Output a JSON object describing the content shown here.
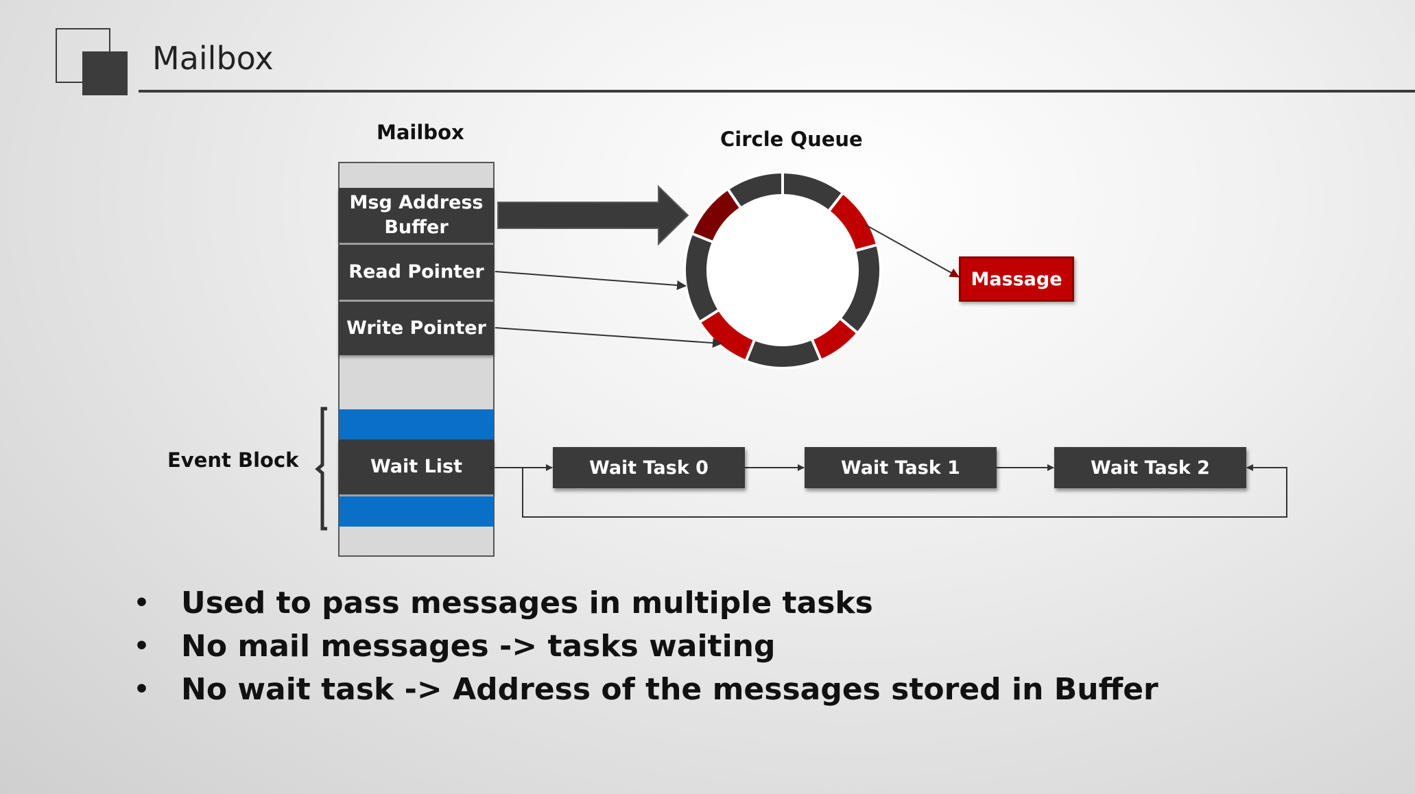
{
  "slide": {
    "title": "Mailbox"
  },
  "mailbox": {
    "header": "Mailbox",
    "cells": [
      "Msg Address Buffer",
      "Read Pointer",
      "Write Pointer",
      "Wait List"
    ]
  },
  "circle_queue": {
    "header": "Circle Queue"
  },
  "event_block": {
    "label": "Event Block"
  },
  "message": {
    "label": "Massage"
  },
  "wait_tasks": [
    "Wait Task 0",
    "Wait Task 1",
    "Wait Task 2"
  ],
  "bullets": [
    "Used to pass messages in multiple tasks",
    "No mail messages -> tasks waiting",
    "No wait task -> Address of the messages stored in Buffer"
  ],
  "colors": {
    "dark": "#3a3a3a",
    "accent_red": "#c00000",
    "dark_red": "#7b0000",
    "blue": "#0a6fc6"
  }
}
